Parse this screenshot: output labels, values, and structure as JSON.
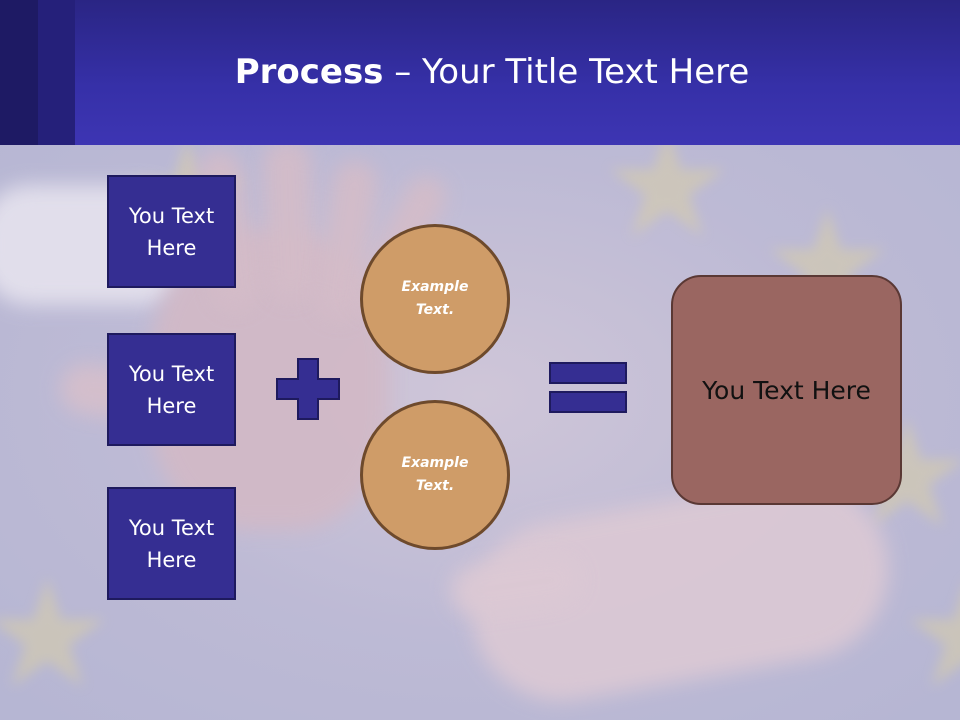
{
  "slide": {
    "title_bold": "Process",
    "title_rest": " – Your Title Text Here"
  },
  "left_boxes": [
    {
      "text": "You Text Here"
    },
    {
      "text": "You Text Here"
    },
    {
      "text": "You Text Here"
    }
  ],
  "operators": {
    "plus_icon": "plus-icon",
    "equals_icon": "equals-icon"
  },
  "circles": [
    {
      "text": "Example Text."
    },
    {
      "text": "Example Text."
    }
  ],
  "result_box": {
    "text": "You Text Here"
  },
  "colors": {
    "header": "#3630a8",
    "box_fill": "#352e92",
    "circle_fill": "#cf9c68",
    "result_fill": "#9a6661"
  }
}
